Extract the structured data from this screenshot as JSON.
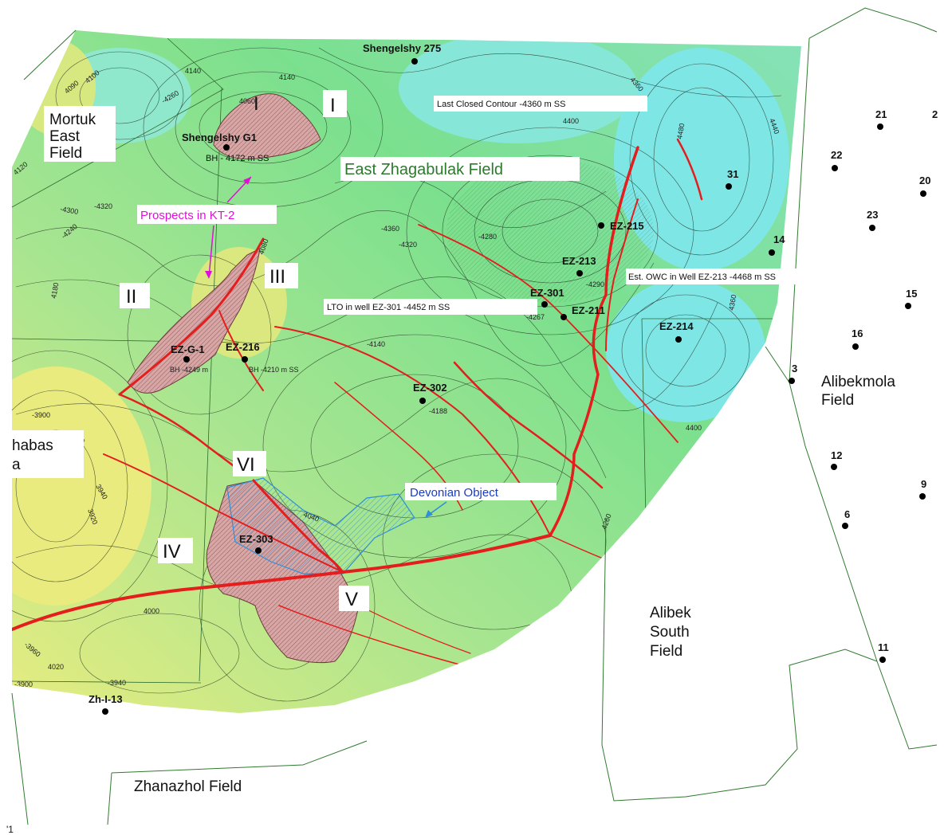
{
  "colors": {
    "basin_green": "#7be08e",
    "basin_cyan": "#7fe6e6",
    "yellow_zone": "#e6ec80",
    "fault_red": "#e41d1d",
    "prospect_fill": "#d9a6a6",
    "boundary_green": "#2f7a2f",
    "magenta_note": "#e010d8",
    "blue_note": "#1a3cc0",
    "devonian_outline": "#2f8fd8"
  },
  "fields": {
    "mortuk": [
      "Mortuk",
      "East",
      "Field"
    ],
    "east_zhagabulak": "East Zhagabulak Field",
    "alibekmola": [
      "Alibekmola",
      "Field"
    ],
    "alibek_south": [
      "Alibek",
      "South",
      "Field"
    ],
    "zhanazhol": "Zhanazhol Field",
    "west_partial": [
      "habas",
      "a"
    ]
  },
  "annotations": {
    "prospects": "Prospects in KT-2",
    "last_closed": "Last Closed Contour -4360 m SS",
    "est_owc": "Est. OWC in Well EZ-213 -4468 m SS",
    "lto": "LTO in well EZ-301 -4452 m SS",
    "devonian": "Devonian Object",
    "corner": "'1"
  },
  "prospect_numerals": {
    "I": "I",
    "I_small": "I",
    "II": "II",
    "III": "III",
    "IV": "IV",
    "V": "V",
    "VI": "VI"
  },
  "wells": [
    {
      "id": "shengelshy275",
      "label": "Shengelshy 275"
    },
    {
      "id": "shengelshyg1",
      "label": "Shengelshy G1",
      "sub": "BH - 4172 m SS"
    },
    {
      "id": "ez215",
      "label": "EZ-215"
    },
    {
      "id": "ez213",
      "label": "EZ-213",
      "sub": "-4290"
    },
    {
      "id": "ez301",
      "label": "EZ-301",
      "sub": "-4267"
    },
    {
      "id": "ez211",
      "label": "EZ-211"
    },
    {
      "id": "ez214",
      "label": "EZ-214"
    },
    {
      "id": "ezg1",
      "label": "EZ-G-1",
      "sub": "BH -4249 m"
    },
    {
      "id": "ez216",
      "label": "EZ-216",
      "sub": "BH -4210 m SS"
    },
    {
      "id": "ez302",
      "label": "EZ-302",
      "sub": "-4188"
    },
    {
      "id": "ez303",
      "label": "EZ-303"
    },
    {
      "id": "zhi13",
      "label": "Zh-I-13"
    },
    {
      "id": "w31",
      "label": "31"
    },
    {
      "id": "w14",
      "label": "14"
    },
    {
      "id": "w21",
      "label": "21"
    },
    {
      "id": "w22",
      "label": "22"
    },
    {
      "id": "w20",
      "label": "20"
    },
    {
      "id": "w23",
      "label": "23"
    },
    {
      "id": "w15",
      "label": "15"
    },
    {
      "id": "w16",
      "label": "16"
    },
    {
      "id": "w3",
      "label": "3"
    },
    {
      "id": "w12",
      "label": "12"
    },
    {
      "id": "w9",
      "label": "9"
    },
    {
      "id": "w6",
      "label": "6"
    },
    {
      "id": "w11",
      "label": "11"
    },
    {
      "id": "w2",
      "label": "2"
    }
  ],
  "contour_labels": [
    "4140",
    "-4260",
    "4090",
    "4100",
    "4120",
    "-4300",
    "-4320",
    "-4240",
    "4180",
    "-4280",
    "-4320",
    "-4360",
    "4400",
    "4480",
    "4440",
    "4360",
    "-4140",
    "4140",
    "4060",
    "-3900",
    "-3900",
    "3920",
    "3940",
    "-3940",
    "4040",
    "4080",
    "4260",
    "-3960",
    "3920",
    "4000",
    "4020",
    "4400",
    "4360"
  ]
}
